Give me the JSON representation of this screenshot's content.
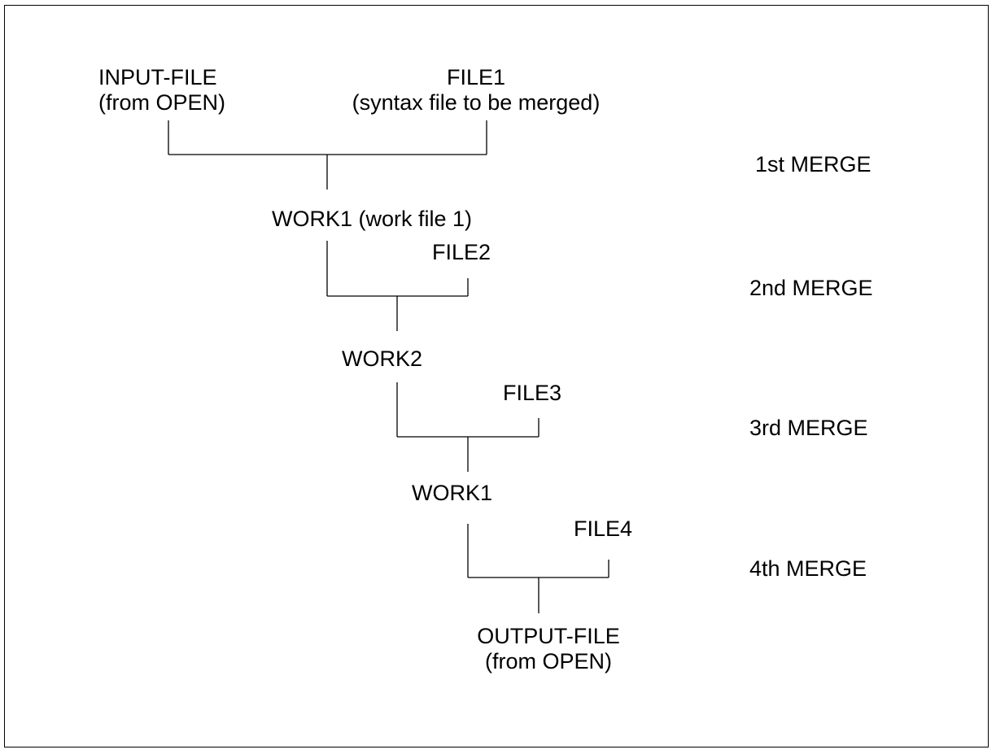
{
  "nodes": {
    "input_file": {
      "line1": "INPUT-FILE",
      "line2": "(from OPEN)"
    },
    "file1": {
      "line1": "FILE1",
      "line2": "(syntax file to be merged)"
    },
    "work1_first": {
      "text": "WORK1 (work file 1)"
    },
    "file2": {
      "text": "FILE2"
    },
    "work2": {
      "text": "WORK2"
    },
    "file3": {
      "text": "FILE3"
    },
    "work1_second": {
      "text": "WORK1"
    },
    "file4": {
      "text": "FILE4"
    },
    "output_file": {
      "line1": "OUTPUT-FILE",
      "line2": "(from OPEN)"
    }
  },
  "merges": [
    {
      "label": "1st MERGE"
    },
    {
      "label": "2nd MERGE"
    },
    {
      "label": "3rd MERGE"
    },
    {
      "label": "4th MERGE"
    }
  ]
}
